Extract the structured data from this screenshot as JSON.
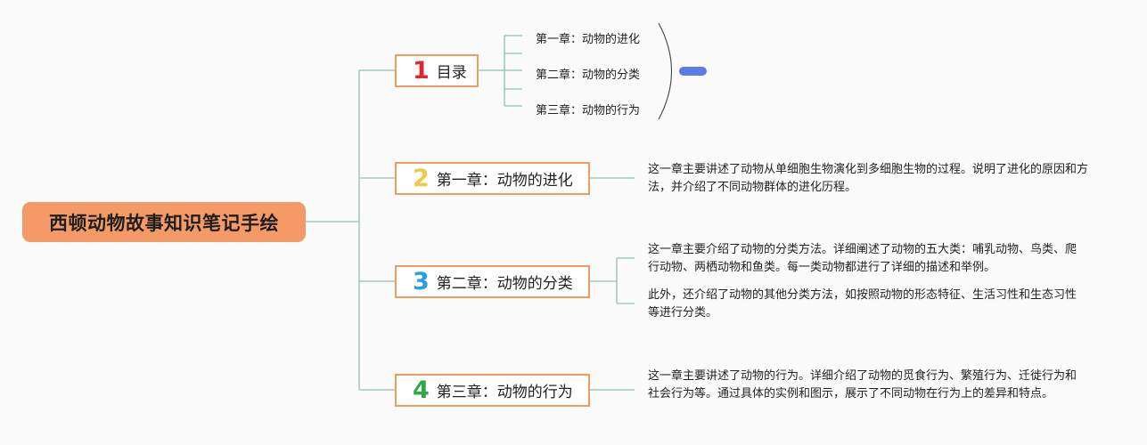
{
  "root": {
    "title": "西顿动物故事知识笔记手绘"
  },
  "colors": {
    "line": "#8cc3ad",
    "node_border": "#ef9d5e",
    "root_fill": "#f39a66",
    "pill": "#5b7bec"
  },
  "branches": [
    {
      "number": "1",
      "number_color": "#e0262e",
      "label": "目录",
      "items": [
        "第一章：动物的进化",
        "第二章：动物的分类",
        "第三章：动物的行为"
      ]
    },
    {
      "number": "2",
      "number_color": "#f2c94c",
      "label": "第一章：动物的进化",
      "paragraphs": [
        "这一章主要讲述了动物从单细胞生物演化到多细胞生物的过程。说明了进化的原因和方法，并介绍了不同动物群体的进化历程。"
      ]
    },
    {
      "number": "3",
      "number_color": "#2a9fe0",
      "label": "第二章：动物的分类",
      "paragraphs": [
        "这一章主要介绍了动物的分类方法。详细阐述了动物的五大类：哺乳动物、鸟类、爬行动物、两栖动物和鱼类。每一类动物都进行了详细的描述和举例。",
        "此外，还介绍了动物的其他分类方法，如按照动物的形态特征、生活习性和生态习性等进行分类。"
      ]
    },
    {
      "number": "4",
      "number_color": "#2ea84a",
      "label": "第三章：动物的行为",
      "paragraphs": [
        "这一章主要讲述了动物的行为。详细介绍了动物的觅食行为、繁殖行为、迁徙行为和社会行为等。通过具体的实例和图示，展示了不同动物在行为上的差异和特点。"
      ]
    }
  ]
}
